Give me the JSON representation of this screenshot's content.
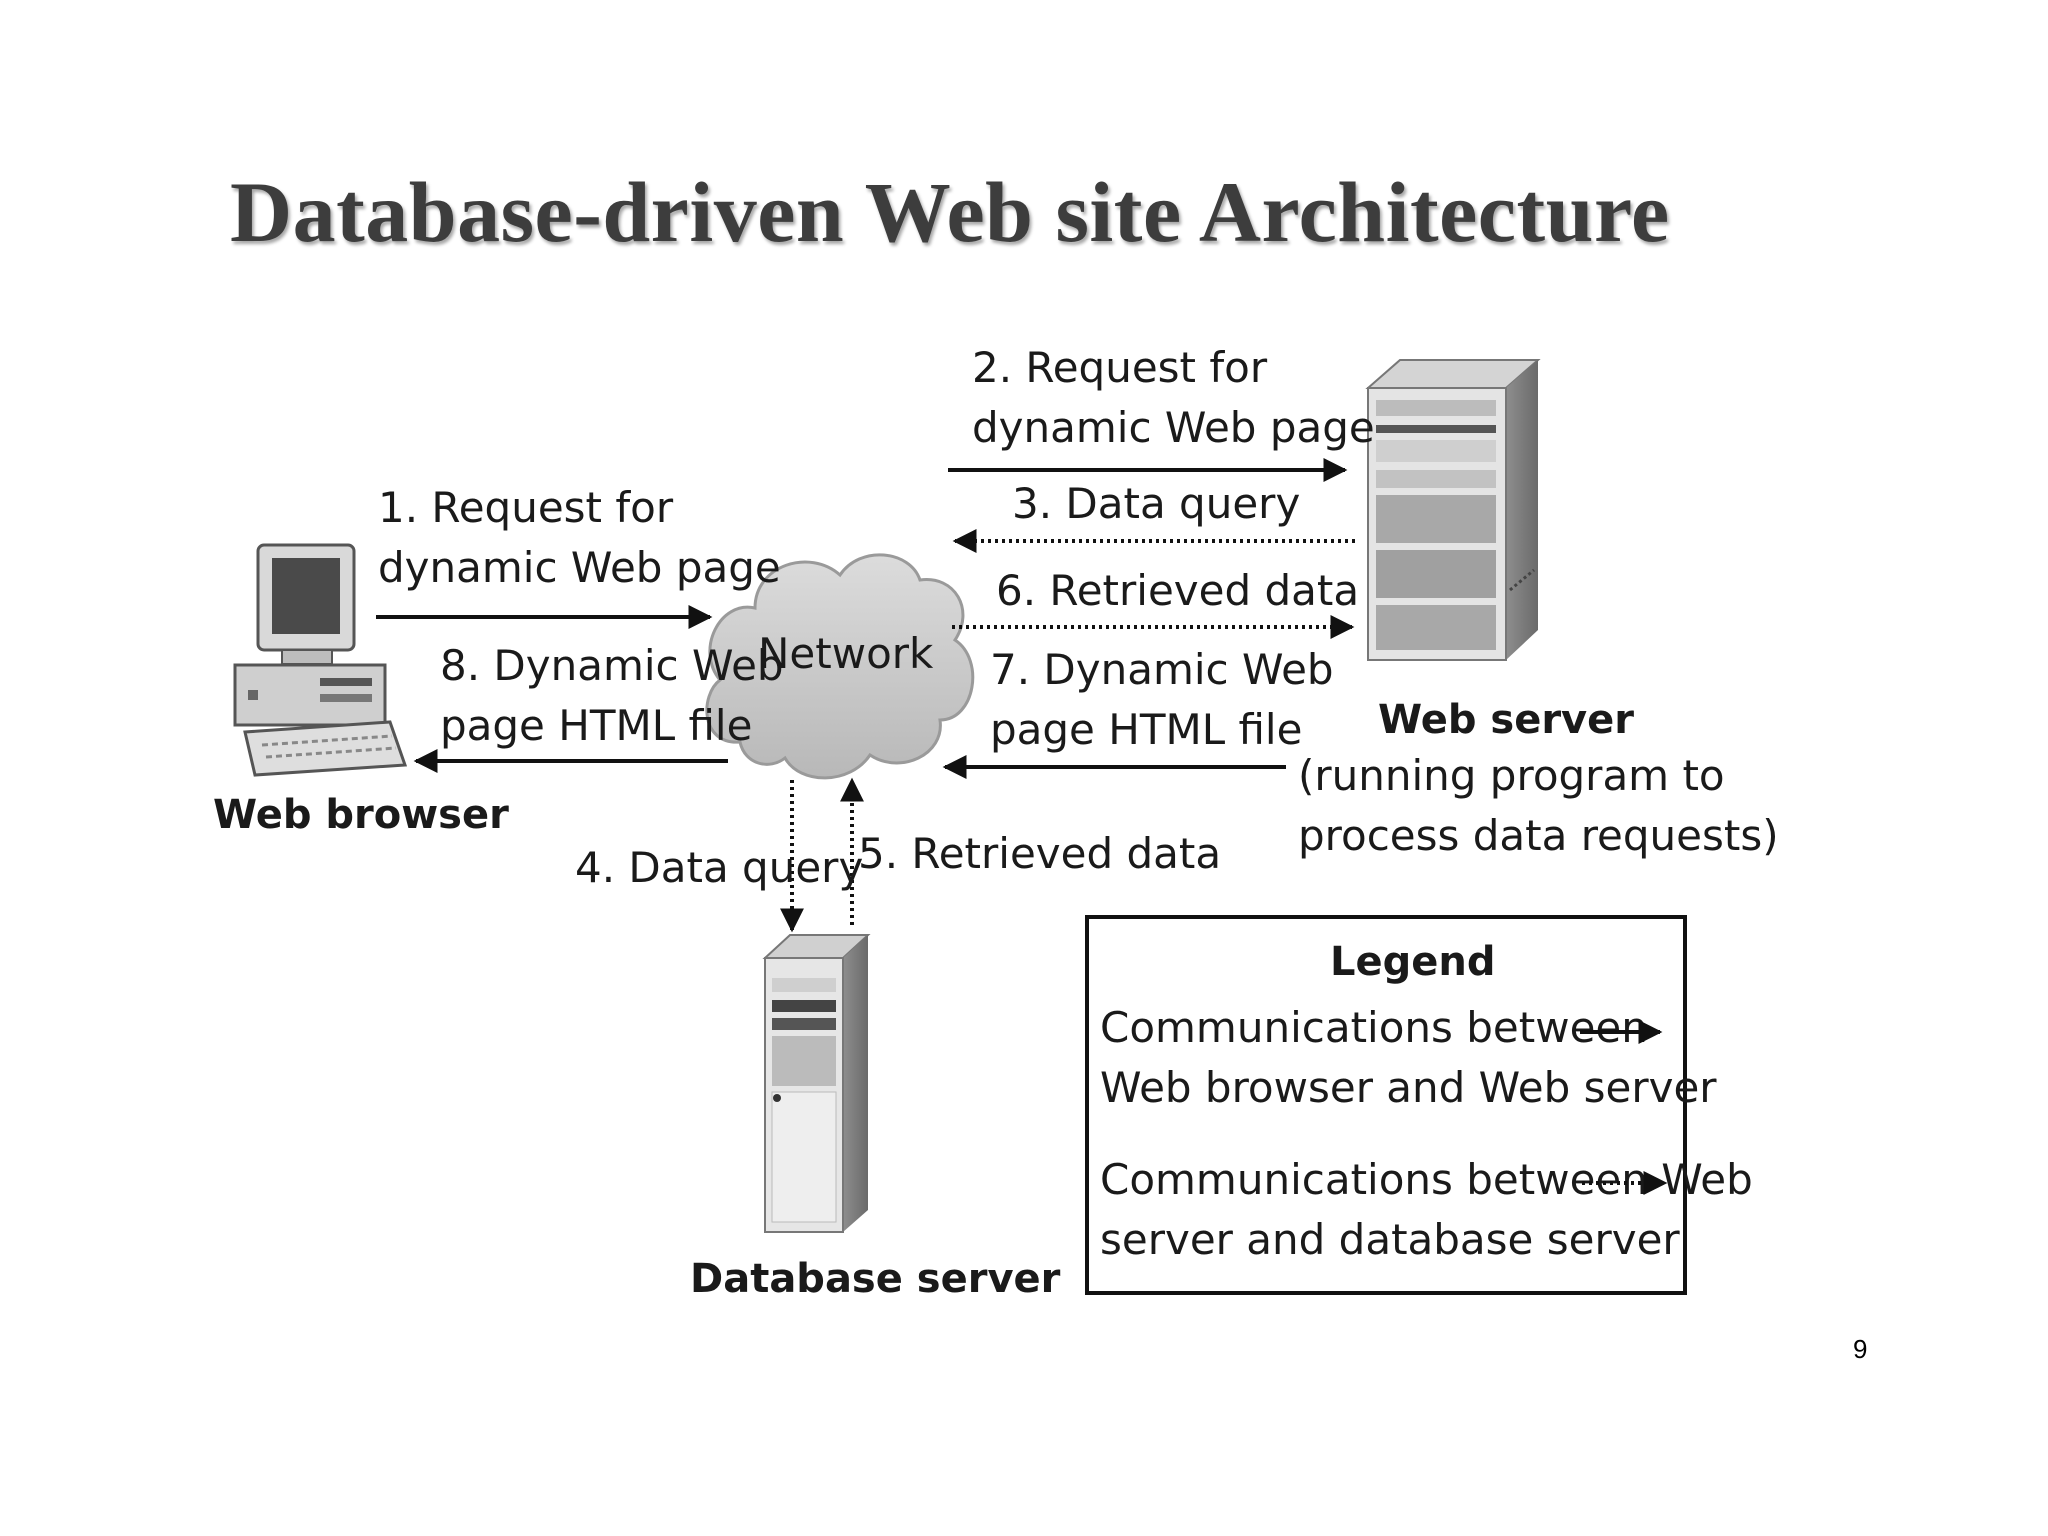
{
  "title": "Database-driven Web site Architecture",
  "page_number": "9",
  "nodes": {
    "browser": "Web browser",
    "network": "Network",
    "web_server": "Web server",
    "web_server_note_line1": "(running program to",
    "web_server_note_line2": "process data requests)",
    "db_server": "Database server"
  },
  "steps": {
    "s1_line1": "1. Request for",
    "s1_line2": "dynamic Web page",
    "s2_line1": "2. Request for",
    "s2_line2": "dynamic Web page",
    "s3": "3. Data query",
    "s4": "4. Data query",
    "s5": "5. Retrieved data",
    "s6": "6. Retrieved data",
    "s7_line1": "7. Dynamic Web",
    "s7_line2": "page HTML file",
    "s8_line1": "8. Dynamic Web",
    "s8_line2": "page HTML file"
  },
  "legend": {
    "title": "Legend",
    "solid_line1": "Communications between",
    "solid_line2": "Web browser and Web server",
    "dotted_line1": "Communications between Web",
    "dotted_line2": "server and database server"
  }
}
